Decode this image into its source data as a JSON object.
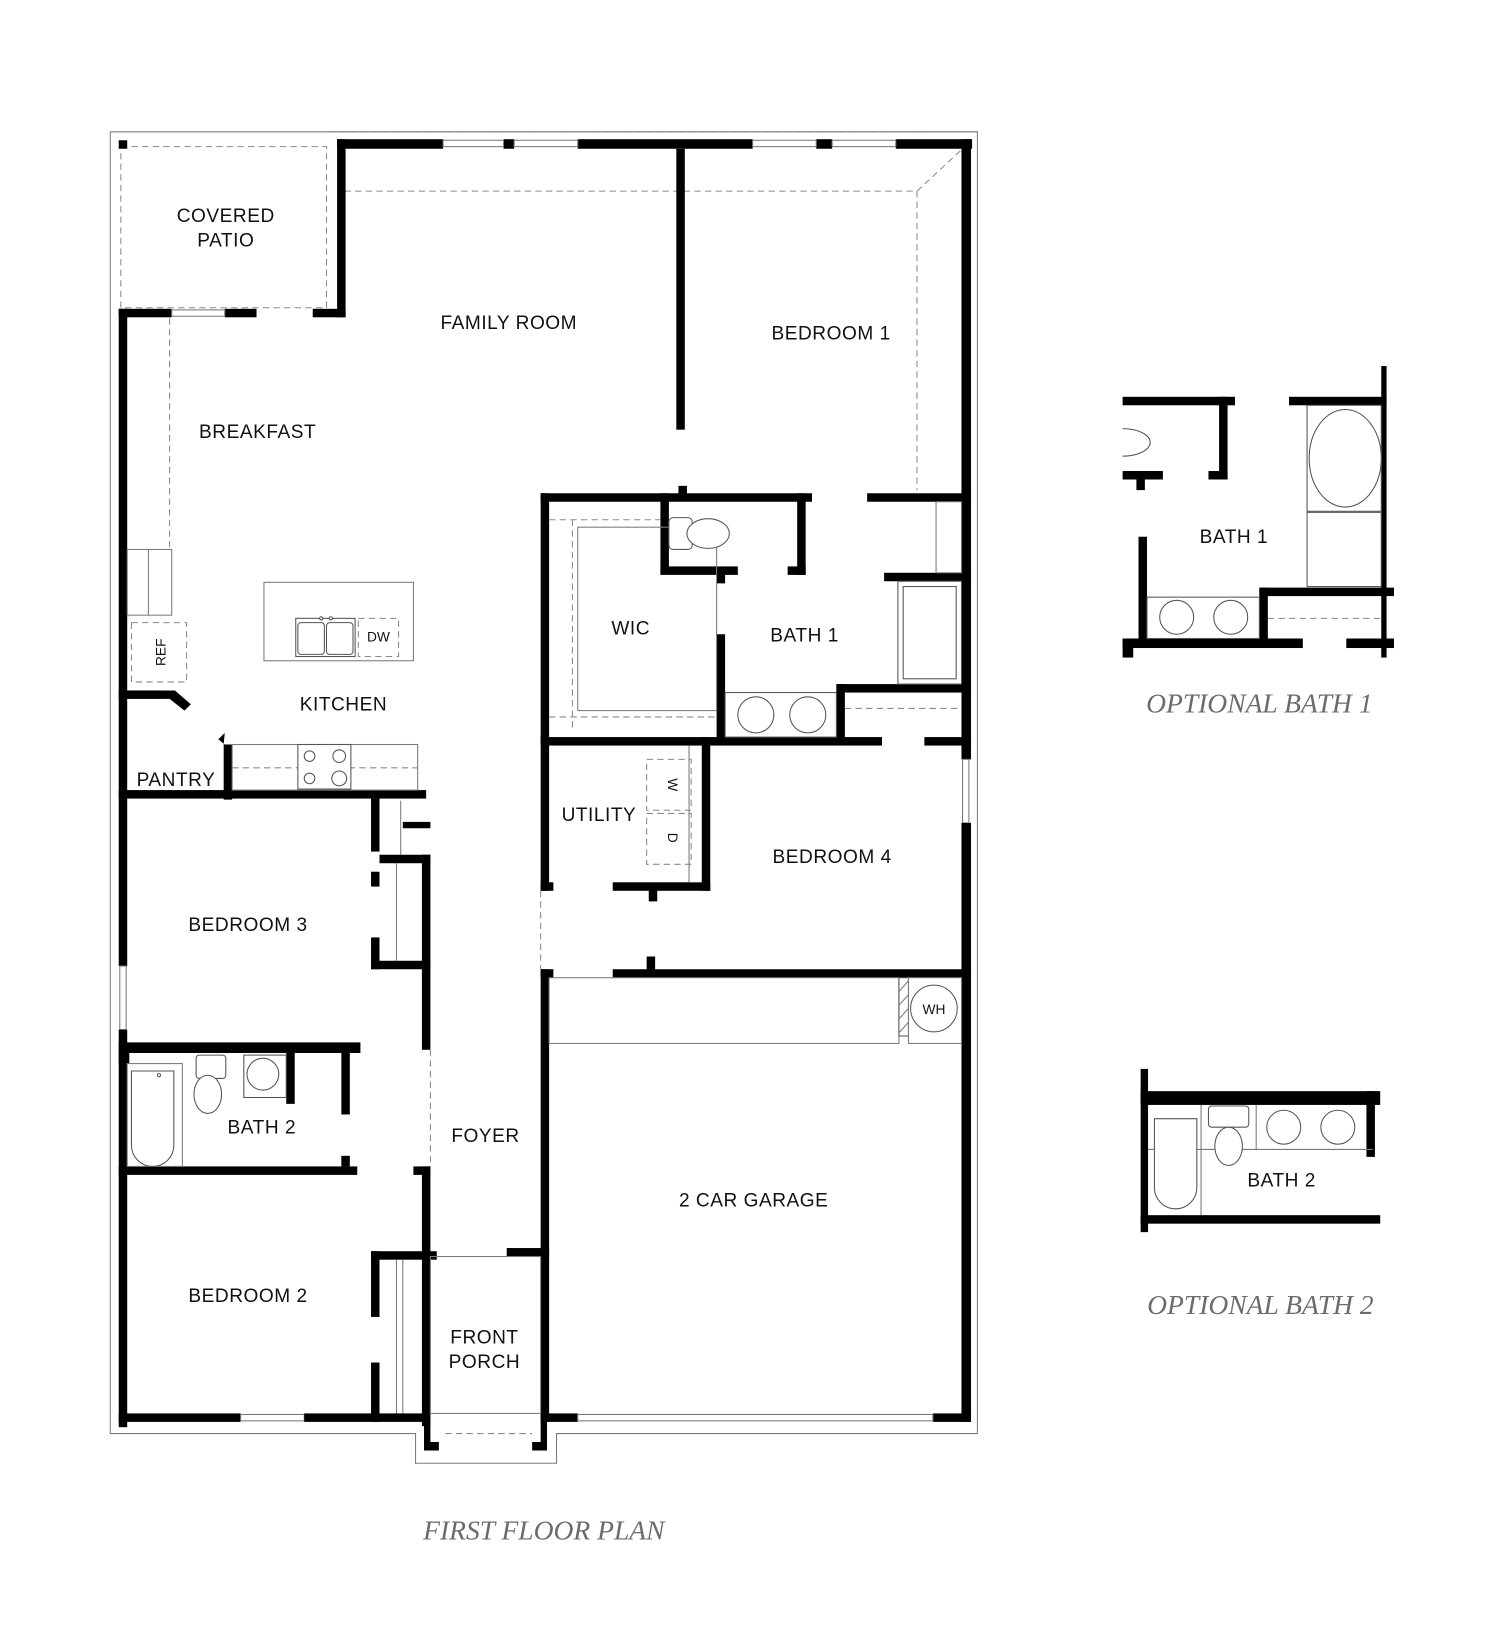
{
  "plan": {
    "title": "FIRST FLOOR PLAN",
    "rooms": {
      "covered_patio_line1": "COVERED",
      "covered_patio_line2": "PATIO",
      "family_room": "FAMILY ROOM",
      "bedroom1": "BEDROOM 1",
      "breakfast": "BREAKFAST",
      "wic": "WIC",
      "bath1": "BATH 1",
      "kitchen": "KITCHEN",
      "pantry": "PANTRY",
      "utility": "UTILITY",
      "bedroom4": "BEDROOM 4",
      "bedroom3": "BEDROOM 3",
      "bath2": "BATH 2",
      "foyer": "FOYER",
      "garage": "2 CAR GARAGE",
      "bedroom2": "BEDROOM 2",
      "front_porch_line1": "FRONT",
      "front_porch_line2": "PORCH"
    },
    "fixtures": {
      "refrigerator": "REF",
      "dishwasher": "DW",
      "washer": "W",
      "dryer": "D",
      "water_heater": "WH"
    }
  },
  "optional_bath1": {
    "title": "OPTIONAL BATH 1",
    "room": "BATH 1"
  },
  "optional_bath2": {
    "title": "OPTIONAL BATH 2",
    "room": "BATH 2"
  }
}
